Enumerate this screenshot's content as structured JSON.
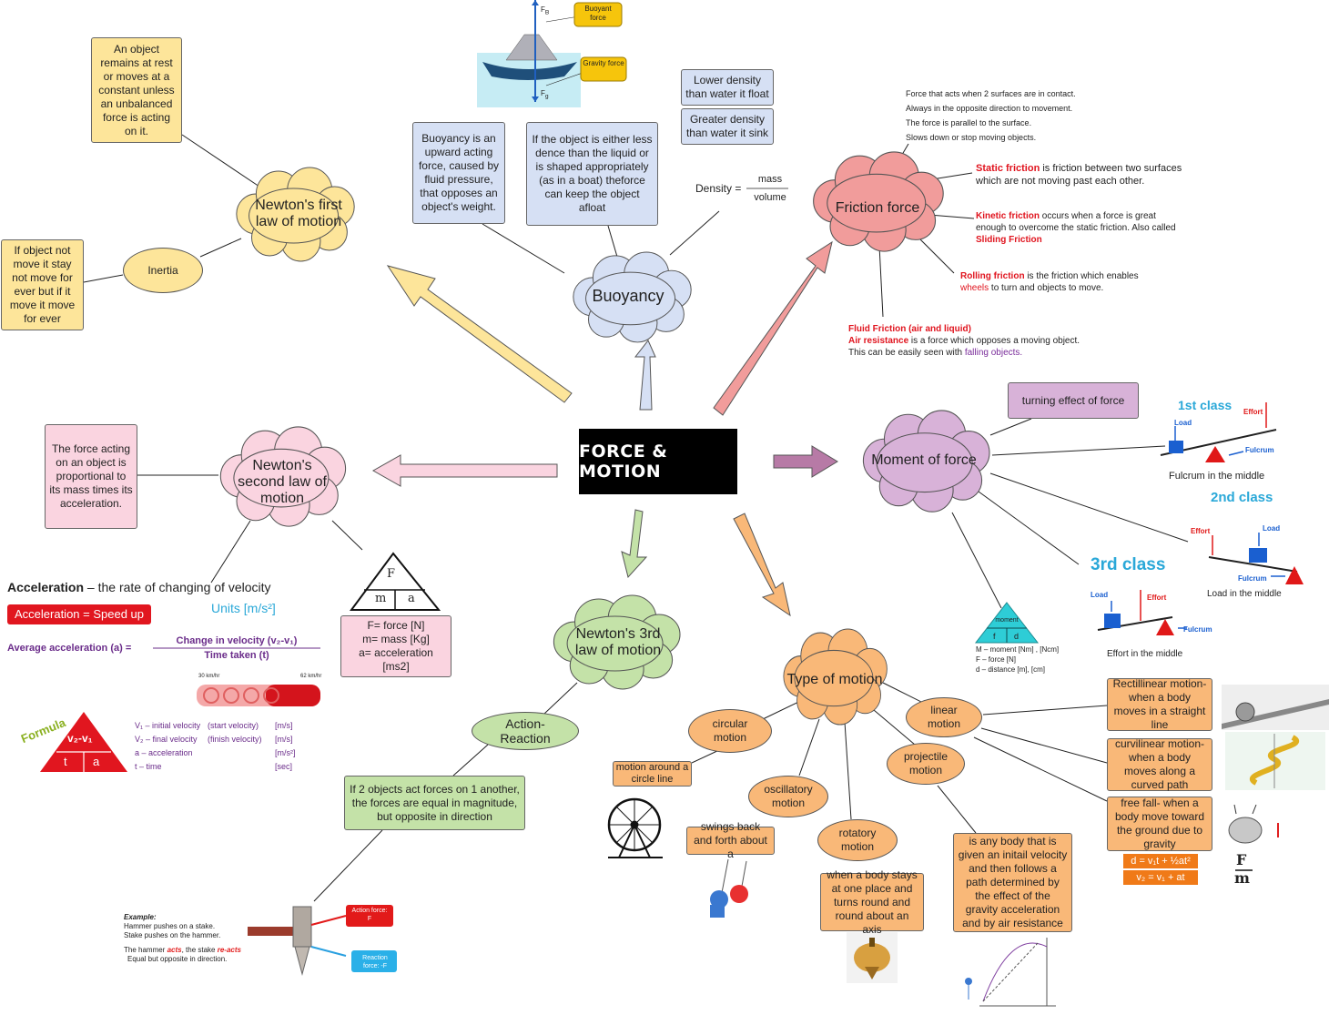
{
  "center": "FORCE & MOTION",
  "newton1": {
    "title": "Newton's first law of motion",
    "definition": "An object remains at rest or moves at a constant unless an unbalanced force is acting on it.",
    "inertia": "Inertia",
    "inertia_desc": "If object not move it stay not move for ever but if it move it move for ever"
  },
  "buoyancy": {
    "title": "Buoyancy",
    "desc1": "Buoyancy is an upward acting force, caused by fluid pressure, that opposes an object's weight.",
    "desc2": "If the object is either less dence than the liquid or is shaped appropriately (as in a boat) theforce can keep the object afloat",
    "lower": "Lower density than water it float",
    "greater": "Greater density than water it sink",
    "density_label": "Density =",
    "mass": "mass",
    "volume": "volume",
    "fb": "F",
    "fb_sub": "B",
    "fg": "F",
    "fg_sub": "g",
    "buoyant_force": "Buoyant force",
    "gravity_force": "Gravity force"
  },
  "friction": {
    "title": "Friction force",
    "intro": [
      "Force that acts when 2 surfaces are in contact.",
      "Always in the opposite direction to movement.",
      "The force is parallel to the surface.",
      "Slows down or stop moving objects."
    ],
    "static_term": "Static friction",
    "static_rest": " is friction between two surfaces which are not moving past each other.",
    "kinetic_term": "Kinetic friction",
    "kinetic_rest": " occurs when a force is great enough to overcome the static friction.",
    "kinetic_also": "Also called ",
    "sliding": "Sliding Friction",
    "rolling_term": "Rolling friction",
    "rolling_rest1": " is the friction which enables",
    "rolling_wheels": "wheels",
    "rolling_rest2": " to turn and objects to move.",
    "fluid_term": "Fluid Friction (air and liquid)",
    "air_term": "Air resistance",
    "air_rest": " is a force which opposes a moving object. This can be easily seen with ",
    "falling": "falling objects."
  },
  "newton2": {
    "title": "Newton's second law of motion",
    "definition": "The force acting on an object is proportional to its mass times its acceleration.",
    "tri_f": "F",
    "tri_m": "m",
    "tri_a": "a",
    "formula_box": [
      "F= force [N]",
      "m= mass [Kg]",
      "a= acceleration [ms2]"
    ],
    "accel_heading": "Acceleration",
    "accel_def": " – the rate of changing of velocity",
    "speed_up": "Acceleration = Speed up",
    "units": "Units  [m/s²]",
    "avg_label": "Average acceleration (a) =",
    "numerator": "Change in velocity (v₂-v₁)",
    "denominator": "Time taken   (t)",
    "speed1": "30 km/hr",
    "speed2": "62 km/hr",
    "formula_word": "Formula",
    "tri_top": "v₂-v₁",
    "tri_t": "t",
    "tri_a2": "a",
    "legend": [
      [
        "V₁ – initial velocity",
        "(start velocity)",
        "[m/s]"
      ],
      [
        "V₂ – final velocity",
        "(finish velocity)",
        "[m/s]"
      ],
      [
        "a  – acceleration",
        "",
        "[m/s²]"
      ],
      [
        "t – time",
        "",
        "[sec]"
      ]
    ]
  },
  "newton3": {
    "title": "Newton's 3rd law of motion",
    "action": "Action-Reaction",
    "desc": "If 2 objects act forces on 1 another, the forces are equal in magnitude, but opposite in direction",
    "example_title": "Example:",
    "example_lines": [
      "Hammer pushes on a stake.",
      "Stake pushes on the hammer."
    ],
    "example_line3a": "The hammer ",
    "acts": "acts",
    "example_line3b": ", the stake ",
    "reacts": "re-acts",
    "example_line4": "Equal but opposite in direction.",
    "action_force": "Action force: F",
    "reaction_force": "Reaction force: -F"
  },
  "moment": {
    "title": "Moment of force",
    "desc": "turning effect of force",
    "class1": "1st class",
    "class2": "2nd class",
    "class3": "3rd class",
    "load": "Load",
    "effort": "Effort",
    "fulcrum": "Fulcrum",
    "c1_caption": "Fulcrum in the middle",
    "c2_caption": "Load in the middle",
    "c3_caption": "Effort in the middle",
    "tri_moment": "moment",
    "tri_f": "f",
    "tri_d": "d",
    "legend": [
      "M – moment [Nm] , [Ncm]",
      "F – force [N]",
      "d – distance [m], [cm]"
    ]
  },
  "motion": {
    "title": "Type of motion",
    "circular": "circular motion",
    "circular_desc": "motion around a circle line",
    "oscillatory": "oscillatory motion",
    "oscillatory_desc": "swings back and forth about a",
    "rotatory": "rotatory motion",
    "rotatory_desc": "when a body stays at one place and turns round and round about an axis",
    "projectile": "projectile motion",
    "projectile_desc": "is any body that is given an initail velocity and then follows a path determined by the effect of the gravity acceleration and by air resistance",
    "linear": "linear motion",
    "rect": "Rectillinear motion- when a body moves in a straight line",
    "curv": "curvilinear motion- when a body moves along a curved path",
    "free": "free fall- when a body move toward the ground due to gravity",
    "eq1": "d = v₁t + ½at²",
    "eq2": "v₂ = v₁ + at",
    "f_over": "F",
    "m_under": "m"
  },
  "colors": {
    "yellow": "#fde59a",
    "blue": "#d6e0f4",
    "pink": "#fad4e0",
    "red_cloud": "#f19c9b",
    "violet": "#d8b2d8",
    "green": "#c4e2a8",
    "orange": "#f9b878"
  }
}
